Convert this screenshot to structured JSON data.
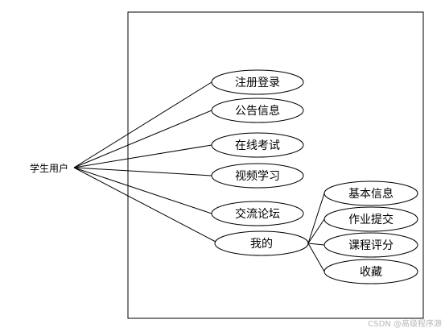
{
  "actor": {
    "label": "学生用户"
  },
  "use_cases": [
    {
      "id": "register",
      "label": "注册登录"
    },
    {
      "id": "notice",
      "label": "公告信息"
    },
    {
      "id": "exam",
      "label": "在线考试"
    },
    {
      "id": "video",
      "label": "视频学习"
    },
    {
      "id": "forum",
      "label": "交流论坛"
    },
    {
      "id": "mine",
      "label": "我的"
    }
  ],
  "sub_cases": [
    {
      "id": "basic-info",
      "label": "基本信息"
    },
    {
      "id": "homework",
      "label": "作业提交"
    },
    {
      "id": "grade",
      "label": "课程评分"
    },
    {
      "id": "favorite",
      "label": "收藏"
    }
  ],
  "watermark": "CSDN @高级程序源"
}
